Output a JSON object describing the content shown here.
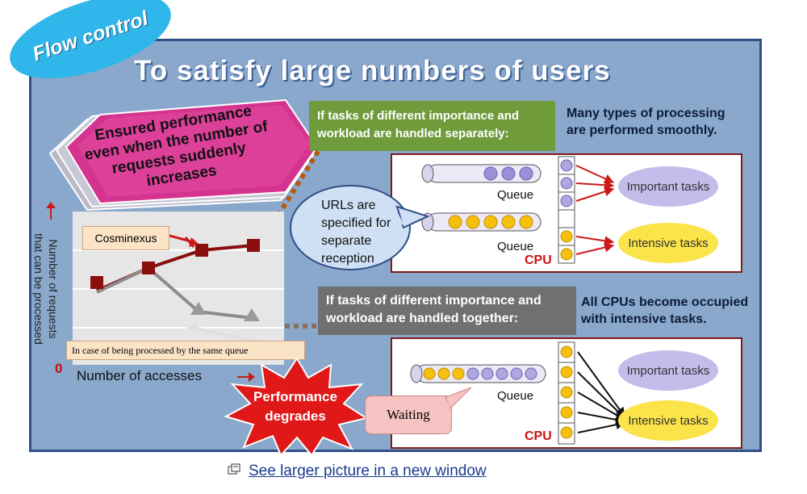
{
  "badge": "Flow control",
  "title": "To satisfy large numbers of users",
  "ensured": "Ensured performance even when the number of requests suddenly increases",
  "separate": {
    "box_line1": "If tasks of different importance and",
    "box_line2": "workload are handled separately:",
    "result_line1": "Many types of processing",
    "result_line2": "are performed smoothly.",
    "queue1": "Queue",
    "queue2": "Queue",
    "cpu": "CPU",
    "important": "Important tasks",
    "intensive": "Intensive tasks"
  },
  "url_callout": {
    "l1": "URLs are",
    "l2": "specified for",
    "l3": "separate",
    "l4": "reception"
  },
  "together": {
    "box_line1": "If tasks of different importance and",
    "box_line2": "workload are handled together:",
    "result_line1": "All CPUs become occupied",
    "result_line2": "with intensive tasks.",
    "queue": "Queue",
    "cpu": "CPU",
    "important": "Important tasks",
    "intensive": "Intensive tasks",
    "waiting": "Waiting"
  },
  "chart": {
    "ylabel_l1": "Number of requests",
    "ylabel_l2": "that can be processed",
    "xlabel": "Number of accesses",
    "zero": "0",
    "cosminexus": "Cosminexus",
    "same_queue": "In case of being processed by the same queue"
  },
  "perf": {
    "l1": "Performance",
    "l2": "degrades"
  },
  "link": "See larger picture in a new window",
  "colors": {
    "panel": "#8aa8cc",
    "badge": "#2fb6ea",
    "pink": "#d4338f",
    "green": "#6f9b3b",
    "gray": "#707070",
    "burst": "#e01818"
  }
}
